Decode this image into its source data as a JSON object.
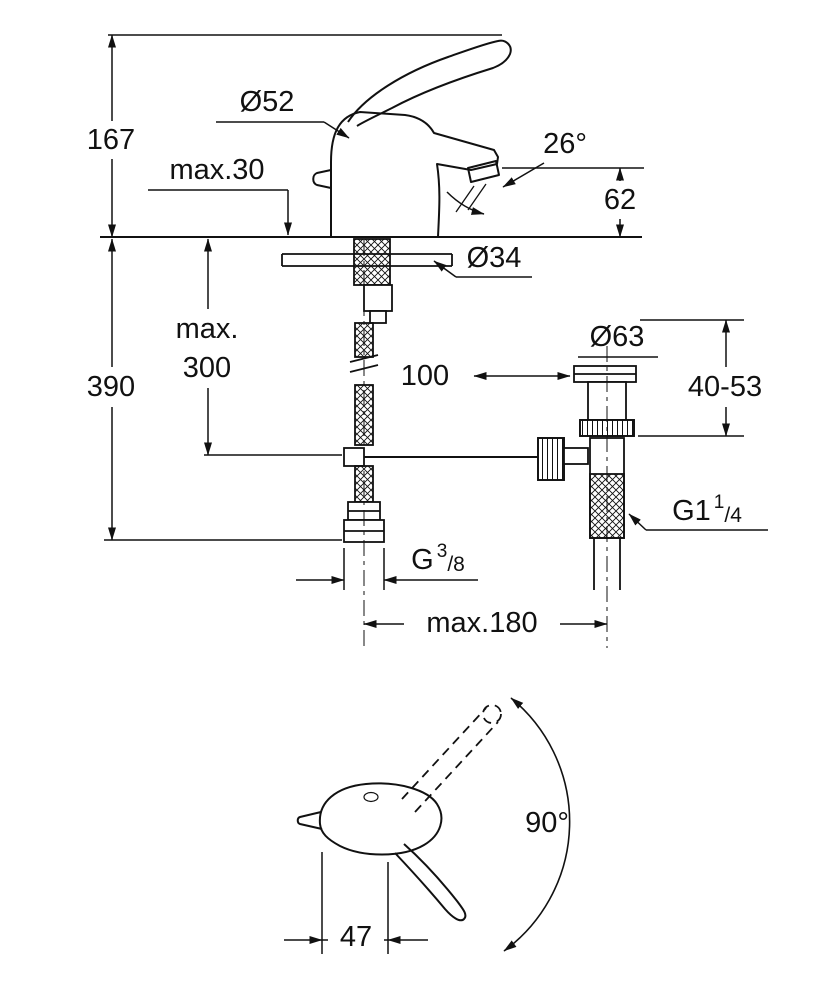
{
  "drawing": {
    "colors": {
      "line": "#111111",
      "background": "#ffffff"
    },
    "labels": {
      "dia52": "Ø52",
      "height167": "167",
      "max30": "max.30",
      "angle26": "26°",
      "height62": "62",
      "dia34": "Ø34",
      "max_word": "max.",
      "max300": "300",
      "height390": "390",
      "width100": "100",
      "dia63": "Ø63",
      "range40_53": "40-53",
      "thread_g1_14": {
        "base": "G1",
        "sup": "1",
        "sub": "/4"
      },
      "thread_g3_8": {
        "base": "G",
        "sup": "3",
        "sub": "/8"
      },
      "max180": "max.180",
      "angle90": "90°",
      "width47": "47"
    }
  }
}
